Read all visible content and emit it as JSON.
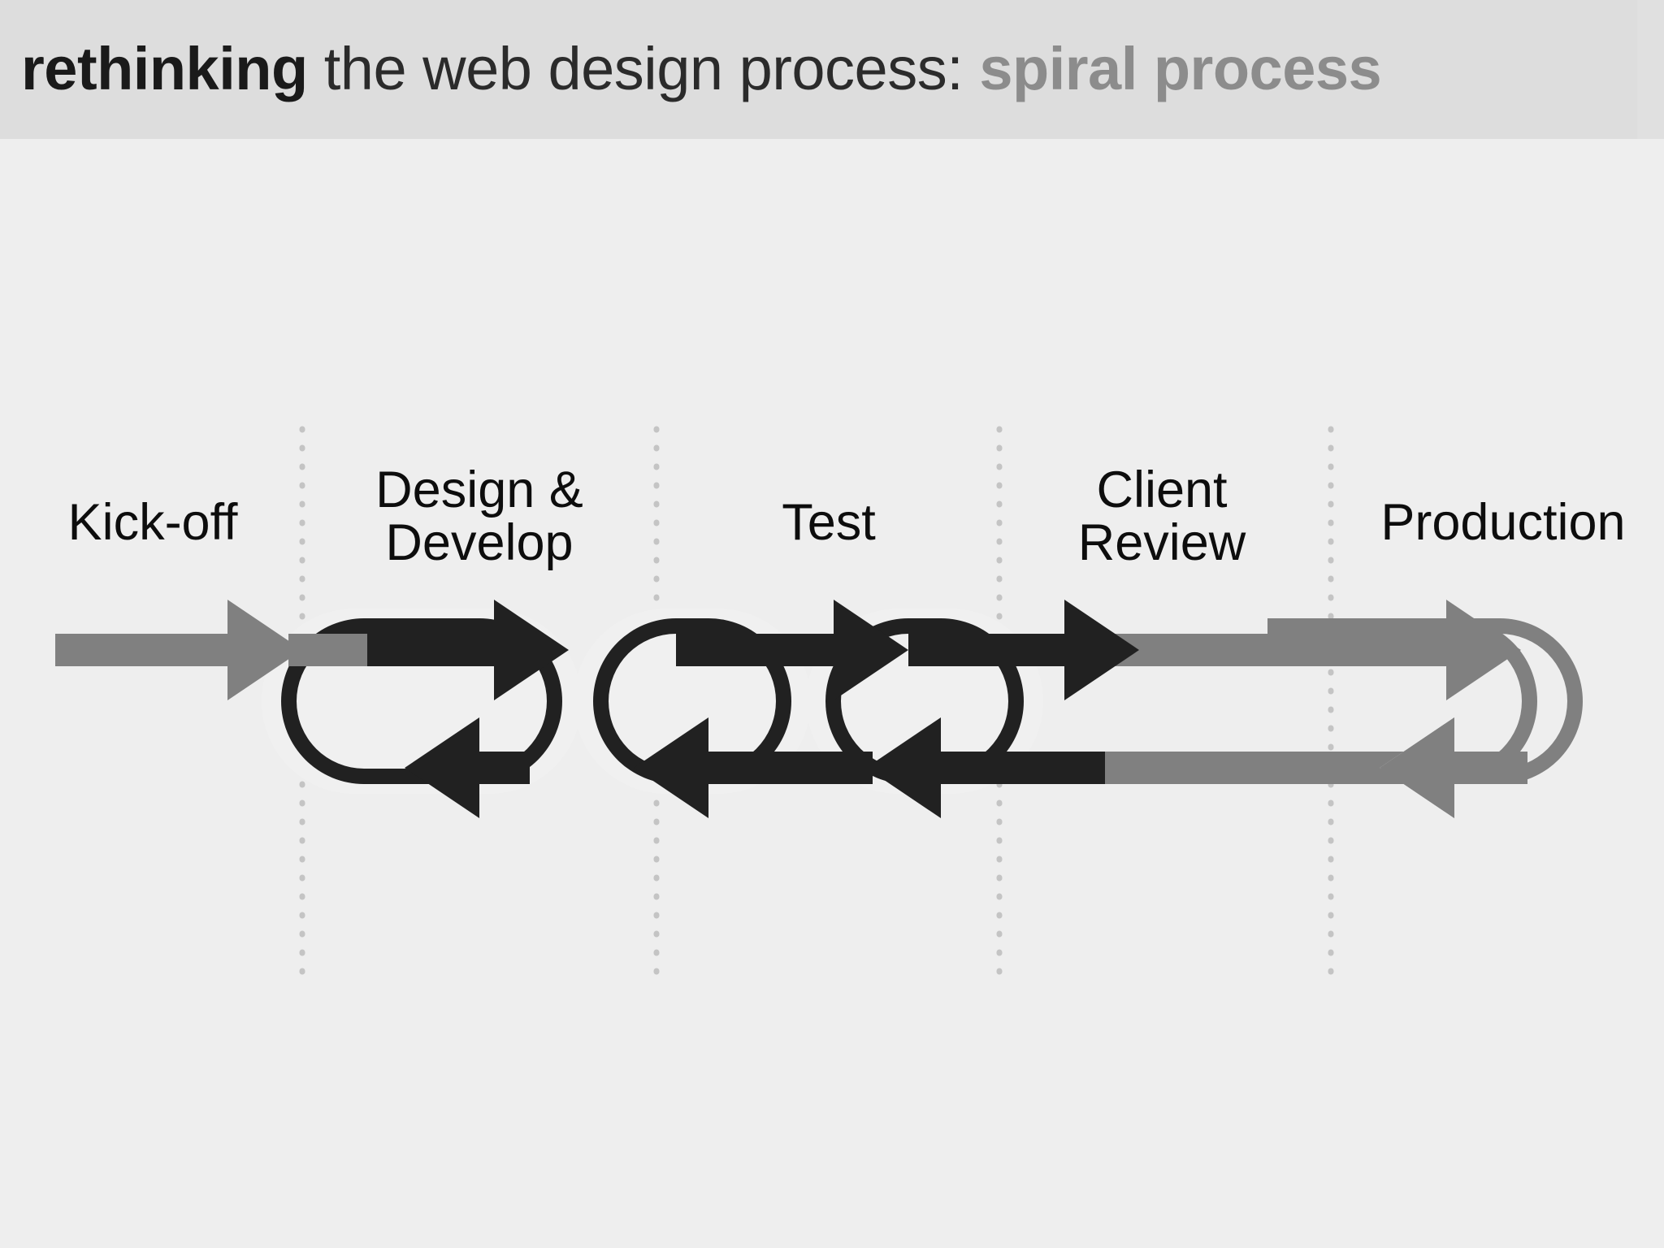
{
  "header": {
    "title_bold": "rethinking",
    "title_regular": " the web design process: ",
    "title_accent": "spiral process",
    "bar_color": "#dddddd"
  },
  "colors": {
    "background": "#eeeeee",
    "header_bar": "#dddddd",
    "active_stage": "#212121",
    "inactive_stage": "#808080",
    "divider_dot": "#c4c4c4",
    "label_text": "#0d0d0d",
    "title_accent": "#8c8c8c"
  },
  "diagram": {
    "type": "spiral-process-chain",
    "stages": [
      {
        "name": "kick-off",
        "label": "Kick-off",
        "shape": "straight-arrow",
        "color": "#808080",
        "iterative": false
      },
      {
        "name": "design-develop",
        "label": "Design &\nDevelop",
        "shape": "loop",
        "color": "#212121",
        "iterative": true
      },
      {
        "name": "test",
        "label": "Test",
        "shape": "loop",
        "color": "#212121",
        "iterative": true
      },
      {
        "name": "client-review",
        "label": "Client\nReview",
        "shape": "loop",
        "color": "#212121",
        "iterative": true
      },
      {
        "name": "production",
        "label": "Production",
        "shape": "u-turn-loop",
        "color": "#808080",
        "iterative": false
      }
    ],
    "divider_count": 4,
    "divider_style": "dotted-vertical"
  }
}
